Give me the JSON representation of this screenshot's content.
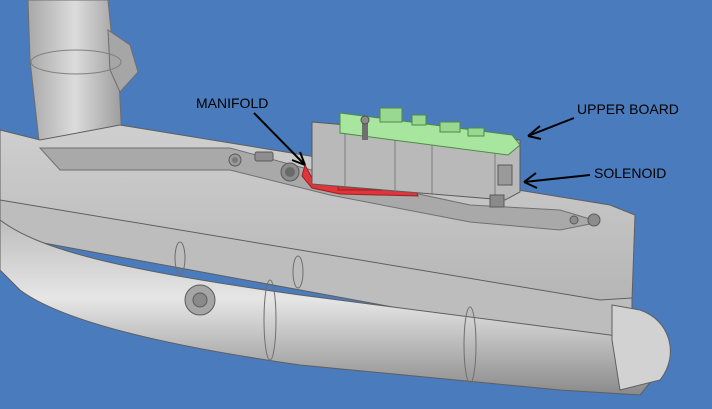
{
  "labels": {
    "manifold": "MANIFOLD",
    "upper_board": "UPPER BOARD",
    "solenoid": "SOLENOID"
  },
  "colors": {
    "background": "#4a7bbd",
    "metal": "#c7c7c7",
    "metal_dark": "#8f8f8f",
    "manifold": "#e0353a",
    "circuit_board": "#a8e6a0",
    "solenoid": "#b9b9b9",
    "label_text": "#000000"
  }
}
